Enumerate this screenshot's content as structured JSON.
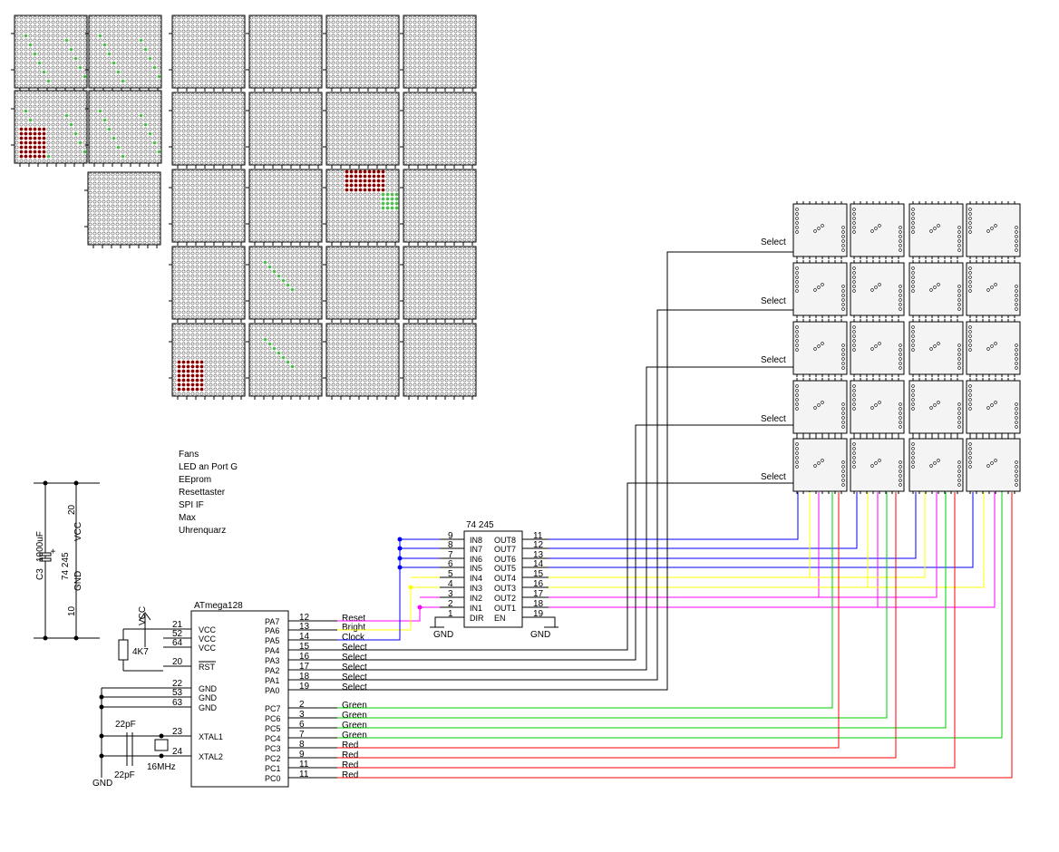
{
  "notes": [
    "Fans",
    "LED an Port G",
    "EEprom",
    "Resettaster",
    "SPI IF",
    "Max",
    "Uhrenquarz"
  ],
  "colors": {
    "blue": "#0000ff",
    "yellow": "#ffff00",
    "magenta": "#ff00ff",
    "green": "#00cc00",
    "red": "#ff0000",
    "black": "#000000",
    "led_red": "#8b0000",
    "led_green": "#55bb55"
  },
  "power": {
    "cap_label": "C3",
    "cap_value": "1000uF",
    "ic_label": "74 245",
    "vcc_label": "VCC",
    "gnd_label": "GND",
    "pin20": "20",
    "pin10": "10",
    "pin_mark": "+"
  },
  "mcu": {
    "name": "ATmega128",
    "left_pins": [
      {
        "num": "21",
        "name": "VCC"
      },
      {
        "num": "52",
        "name": "VCC"
      },
      {
        "num": "64",
        "name": "VCC"
      },
      {
        "num": "20",
        "name": "RST"
      },
      {
        "num": "22",
        "name": "GND"
      },
      {
        "num": "53",
        "name": "GND"
      },
      {
        "num": "63",
        "name": "GND"
      },
      {
        "num": "23",
        "name": "XTAL1"
      },
      {
        "num": "24",
        "name": "XTAL2"
      }
    ],
    "right_pins": [
      "PA7",
      "PA6",
      "PA5",
      "PA4",
      "PA3",
      "PA2",
      "PA1",
      "PA0",
      "PC7",
      "PC6",
      "PC5",
      "PC4",
      "PC3",
      "PC2",
      "PC1",
      "PC0"
    ],
    "resistor": "4K7",
    "vcc_label": "VCC",
    "cap_top": "22pF",
    "cap_bottom": "22pF",
    "crystal": "16MHz",
    "gnd_label": "GND"
  },
  "buffer": {
    "name": "74 245",
    "left_pins": [
      {
        "num": "9",
        "name": "IN8"
      },
      {
        "num": "8",
        "name": "IN7"
      },
      {
        "num": "7",
        "name": "IN6"
      },
      {
        "num": "6",
        "name": "IN5"
      },
      {
        "num": "5",
        "name": "IN4"
      },
      {
        "num": "4",
        "name": "IN3"
      },
      {
        "num": "3",
        "name": "IN2"
      },
      {
        "num": "2",
        "name": "IN1"
      },
      {
        "num": "1",
        "name": "DIR"
      }
    ],
    "right_pins": [
      {
        "num": "11",
        "name": "OUT8"
      },
      {
        "num": "12",
        "name": "OUT7"
      },
      {
        "num": "13",
        "name": "OUT6"
      },
      {
        "num": "14",
        "name": "OUT5"
      },
      {
        "num": "15",
        "name": "OUT4"
      },
      {
        "num": "16",
        "name": "OUT3"
      },
      {
        "num": "17",
        "name": "OUT2"
      },
      {
        "num": "18",
        "name": "OUT1"
      },
      {
        "num": "19",
        "name": "EN"
      }
    ],
    "gnd_left": "GND",
    "gnd_right": "GND"
  },
  "nets": [
    {
      "num": "12",
      "label": "Reset",
      "color": "magenta"
    },
    {
      "num": "13",
      "label": "Bright",
      "color": "yellow"
    },
    {
      "num": "14",
      "label": "Clock",
      "color": "blue"
    },
    {
      "num": "15",
      "label": "Select",
      "color": "black"
    },
    {
      "num": "16",
      "label": "Select",
      "color": "black"
    },
    {
      "num": "17",
      "label": "Select",
      "color": "black"
    },
    {
      "num": "18",
      "label": "Select",
      "color": "black"
    },
    {
      "num": "19",
      "label": "Select",
      "color": "black"
    },
    {
      "num": "2",
      "label": "Green",
      "color": "green"
    },
    {
      "num": "3",
      "label": "Green",
      "color": "green"
    },
    {
      "num": "6",
      "label": "Green",
      "color": "green"
    },
    {
      "num": "7",
      "label": "Green",
      "color": "green"
    },
    {
      "num": "8",
      "label": "Red",
      "color": "red"
    },
    {
      "num": "9",
      "label": "Red",
      "color": "red"
    },
    {
      "num": "11",
      "label": "Red",
      "color": "red"
    },
    {
      "num": "11",
      "label": "Red",
      "color": "red"
    }
  ],
  "module_rows": [
    "Select",
    "Select",
    "Select",
    "Select",
    "Select"
  ],
  "led_panels": {
    "lit_red": [
      [
        0,
        2,
        "bl"
      ],
      [
        3,
        3,
        "bl"
      ],
      [
        2,
        5,
        "top"
      ]
    ],
    "lit_green": [
      [
        0,
        0,
        "sparse"
      ],
      [
        1,
        0,
        "sparse"
      ],
      [
        1,
        1,
        "sparse"
      ],
      [
        3,
        5,
        "diag"
      ],
      [
        4,
        5,
        "diag"
      ]
    ]
  }
}
